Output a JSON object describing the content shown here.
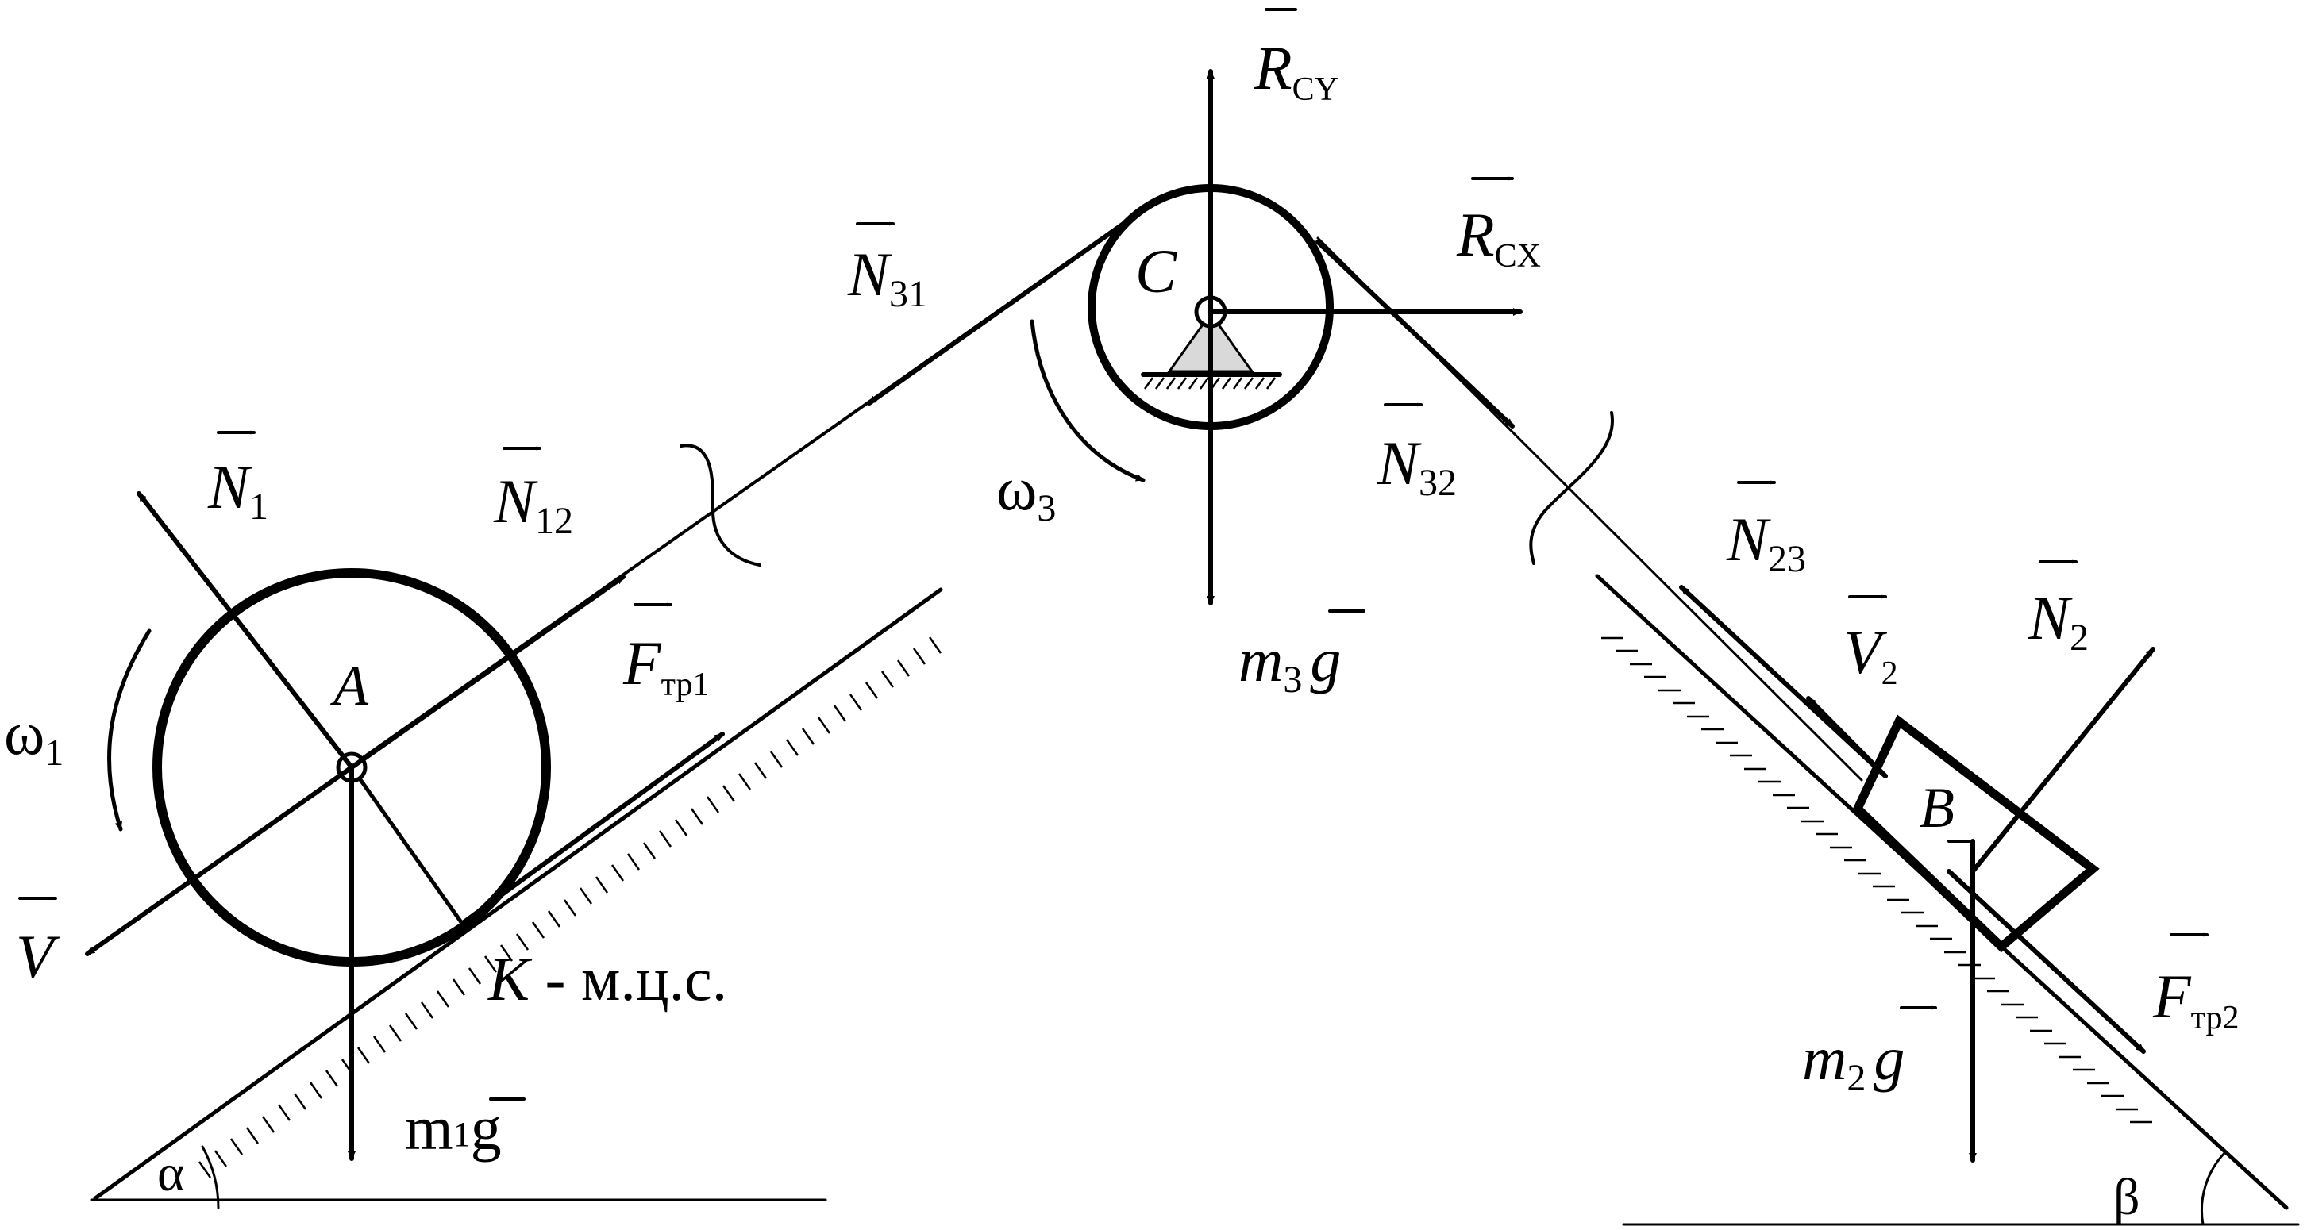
{
  "labels": {
    "rcy": {
      "main": "R",
      "sub": "CY"
    },
    "rcx": {
      "main": "R",
      "sub": "CX"
    },
    "c": "C",
    "n31": {
      "main": "N",
      "sub": "31"
    },
    "n32": {
      "main": "N",
      "sub": "32"
    },
    "n12": {
      "main": "N",
      "sub": "12"
    },
    "n1": {
      "main": "N",
      "sub": "1"
    },
    "n23": {
      "main": "N",
      "sub": "23"
    },
    "n2": {
      "main": "N",
      "sub": "2"
    },
    "v2": {
      "main": "V",
      "sub": "2"
    },
    "v": "V",
    "omega3": {
      "main": "ω",
      "sub": "3"
    },
    "omega1": {
      "main": "ω",
      "sub": "1"
    },
    "m3g": {
      "m": "m",
      "sub": "3",
      "g": "g"
    },
    "m2g": {
      "m": "m",
      "sub": "2",
      "g": "g"
    },
    "m1g": {
      "m": "m",
      "sub": "1",
      "g": "g"
    },
    "a": "A",
    "b": "B",
    "k": "K",
    "k_note": " - м.ц.с.",
    "ftr1": {
      "main": "F",
      "sub": "тр1"
    },
    "ftr2": {
      "main": "F",
      "sub": "тр2"
    },
    "alpha": "α",
    "beta": "β"
  }
}
